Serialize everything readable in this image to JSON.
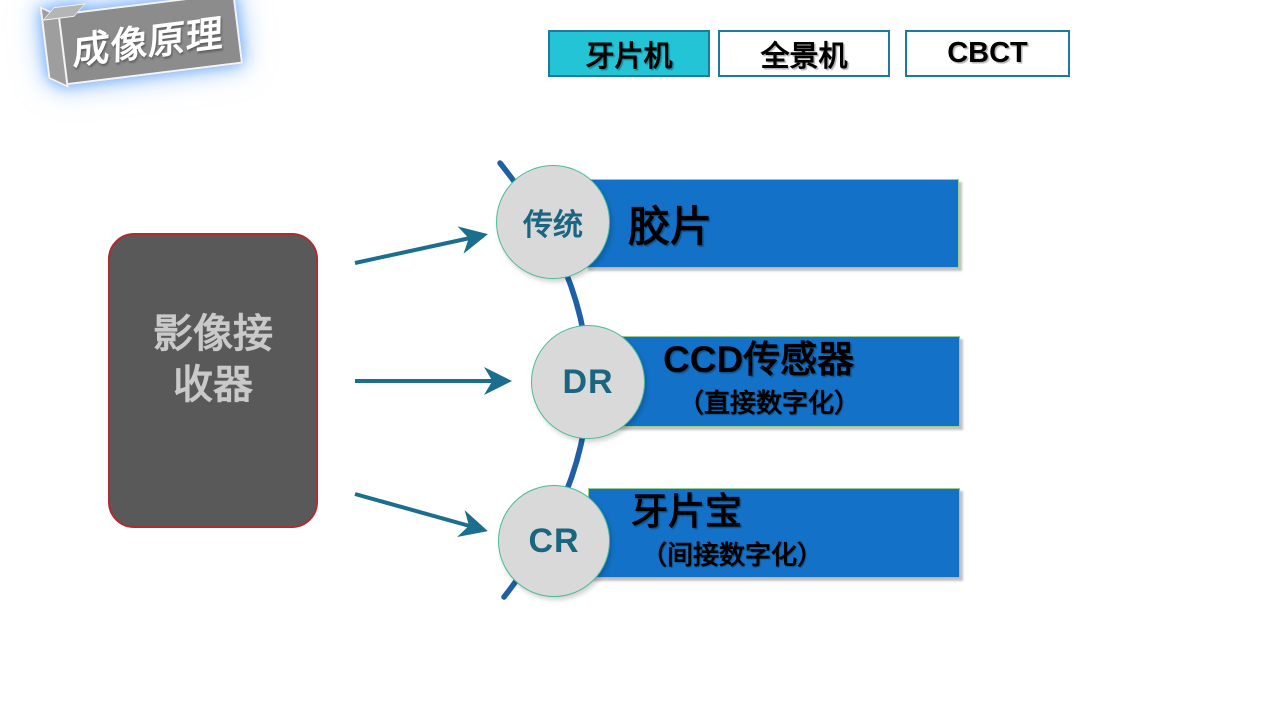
{
  "banner": {
    "title": "成像原理"
  },
  "tabs": [
    {
      "label": "牙片机",
      "active": true
    },
    {
      "label": "全景机",
      "active": false
    },
    {
      "label": "CBCT",
      "active": false
    }
  ],
  "source_box": {
    "line1": "影像接",
    "line2": "收器"
  },
  "rows": [
    {
      "node": "传统",
      "title": "胶片",
      "subtitle": ""
    },
    {
      "node": "DR",
      "title": "CCD传感器",
      "subtitle": "（直接数字化）"
    },
    {
      "node": "CR",
      "title": "牙片宝",
      "subtitle": "（间接数字化）"
    }
  ],
  "colors": {
    "tab_active_bg": "#22C4D6",
    "tab_border": "#1E7BA0",
    "bar_blue": "#1372C8",
    "bar_border": "#9CCB8E",
    "circle_fill": "#D9D9D9",
    "circle_border": "#49BD9C",
    "node_text": "#1A6680",
    "arrow": "#1B6E8E",
    "curve": "#1F5FA8",
    "box_fill": "#595959",
    "box_border": "#B02A30",
    "box_text": "#C9C9C9"
  }
}
